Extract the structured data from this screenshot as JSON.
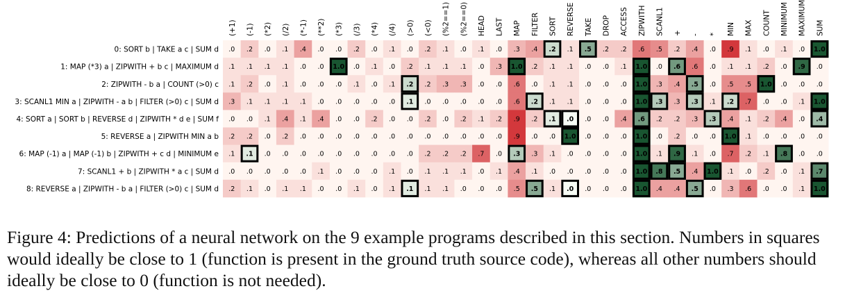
{
  "chart_data": {
    "type": "heatmap",
    "columns": [
      "(+1)",
      "(-1)",
      "(*2)",
      "(/2)",
      "(*-1)",
      "(**2)",
      "(*3)",
      "(/3)",
      "(*4)",
      "(/4)",
      "(>0)",
      "(<0)",
      "(%2==1)",
      "(%2==0)",
      "HEAD",
      "LAST",
      "MAP",
      "FILTER",
      "SORT",
      "REVERSE",
      "TAKE",
      "DROP",
      "ACCESS",
      "ZIPWITH",
      "SCANL1",
      "+",
      "-",
      "*",
      "MIN",
      "MAX",
      "COUNT",
      "MINIMUM",
      "MAXIMUM",
      "SUM"
    ],
    "rows": [
      {
        "label": "0: SORT b | TAKE a c | SUM d",
        "values": [
          ".0",
          ".2",
          ".0",
          ".1",
          ".4",
          ".0",
          ".0",
          ".2",
          ".0",
          ".1",
          ".0",
          ".2",
          ".1",
          ".0",
          ".1",
          ".0",
          ".3",
          ".4",
          ".2",
          ".1",
          ".5",
          ".2",
          ".2",
          ".6",
          ".5",
          ".2",
          ".4",
          ".0",
          ".9",
          ".1",
          ".0",
          ".1",
          ".0",
          "1.0"
        ],
        "truth": [
          18,
          20,
          33
        ]
      },
      {
        "label": "1: MAP (*3) a | ZIPWITH + b c | MAXIMUM d",
        "values": [
          ".1",
          ".1",
          ".1",
          ".1",
          ".0",
          ".0",
          "1.0",
          ".0",
          ".1",
          ".0",
          ".2",
          ".1",
          ".1",
          ".1",
          ".0",
          ".3",
          "1.0",
          ".2",
          ".1",
          ".1",
          ".0",
          ".0",
          ".1",
          "1.0",
          ".0",
          ".6",
          ".6",
          ".0",
          ".1",
          ".1",
          ".2",
          ".0",
          ".9",
          ".0"
        ],
        "truth": [
          6,
          16,
          23,
          25,
          32
        ]
      },
      {
        "label": "2: ZIPWITH - b a | COUNT (>0) c",
        "values": [
          ".1",
          ".2",
          ".0",
          ".1",
          ".0",
          ".0",
          ".0",
          ".1",
          ".0",
          ".1",
          ".2",
          ".2",
          ".3",
          ".3",
          ".0",
          ".0",
          ".6",
          ".0",
          ".1",
          ".1",
          ".0",
          ".0",
          ".0",
          "1.0",
          ".3",
          ".4",
          ".5",
          ".0",
          ".5",
          ".5",
          "1.0",
          ".0",
          ".0",
          ".0"
        ],
        "truth": [
          10,
          23,
          26,
          30
        ]
      },
      {
        "label": "3: SCANL1 MIN a | ZIPWITH - a b | FILTER (>0) c | SUM d",
        "values": [
          ".3",
          ".1",
          ".1",
          ".1",
          ".1",
          ".0",
          ".0",
          ".0",
          ".0",
          ".0",
          ".1",
          ".0",
          ".0",
          ".0",
          ".0",
          ".0",
          ".6",
          ".2",
          ".1",
          ".1",
          ".0",
          ".0",
          ".0",
          "1.0",
          ".3",
          ".3",
          ".3",
          ".1",
          ".2",
          ".7",
          ".0",
          ".0",
          ".1",
          "1.0"
        ],
        "truth": [
          10,
          17,
          23,
          24,
          26,
          28,
          33
        ]
      },
      {
        "label": "4: SORT a | SORT b | REVERSE d | ZIPWITH * d e | SUM f",
        "values": [
          ".0",
          ".0",
          ".1",
          ".4",
          ".1",
          ".4",
          ".0",
          ".0",
          ".2",
          ".0",
          ".0",
          ".2",
          ".0",
          ".2",
          ".1",
          ".2",
          ".9",
          ".2",
          ".1",
          ".0",
          ".0",
          ".0",
          ".4",
          ".6",
          ".2",
          ".2",
          ".3",
          ".3",
          ".4",
          ".1",
          ".2",
          ".4",
          ".0",
          ".4"
        ],
        "truth": [
          18,
          19,
          23,
          27,
          33
        ]
      },
      {
        "label": "5: REVERSE a | ZIPWITH MIN a b",
        "values": [
          ".2",
          ".2",
          ".0",
          ".2",
          ".0",
          ".0",
          ".0",
          ".0",
          ".0",
          ".0",
          ".0",
          ".0",
          ".0",
          ".0",
          ".0",
          ".0",
          ".9",
          ".0",
          ".0",
          "1.0",
          ".0",
          ".0",
          ".0",
          "1.0",
          ".0",
          ".2",
          ".0",
          ".0",
          "1.0",
          ".1",
          ".0",
          ".0",
          ".0",
          ".0"
        ],
        "truth": [
          19,
          23,
          28
        ]
      },
      {
        "label": "6: MAP (-1) a | MAP (-1) b | ZIPWITH + c d | MINIMUM e",
        "values": [
          ".1",
          ".1",
          ".0",
          ".0",
          ".0",
          ".0",
          ".0",
          ".0",
          ".0",
          ".0",
          ".0",
          ".2",
          ".2",
          ".2",
          ".7",
          ".0",
          ".3",
          ".3",
          ".1",
          ".0",
          ".0",
          ".0",
          ".0",
          "1.0",
          ".1",
          ".9",
          ".1",
          ".0",
          ".7",
          ".2",
          ".1",
          ".8",
          ".0",
          ".0"
        ],
        "truth": [
          1,
          16,
          23,
          25,
          31
        ]
      },
      {
        "label": "7: SCANL1 + b | ZIPWITH * a c | SUM d",
        "values": [
          ".0",
          ".0",
          ".0",
          ".0",
          ".0",
          ".1",
          ".0",
          ".0",
          ".0",
          ".1",
          ".0",
          ".1",
          ".1",
          ".1",
          ".0",
          ".1",
          ".4",
          ".1",
          ".0",
          ".0",
          ".0",
          ".0",
          ".0",
          "1.0",
          ".8",
          ".5",
          ".4",
          "1.0",
          ".1",
          ".0",
          ".2",
          ".0",
          ".1",
          ".7"
        ],
        "truth": [
          23,
          24,
          25,
          27,
          33
        ]
      },
      {
        "label": "8: REVERSE a | ZIPWITH - b a | FILTER (>0) c | SUM d",
        "values": [
          ".2",
          ".1",
          ".0",
          ".1",
          ".1",
          ".0",
          ".0",
          ".1",
          ".0",
          ".1",
          ".1",
          ".1",
          ".1",
          ".0",
          ".0",
          ".0",
          ".5",
          ".5",
          ".1",
          ".0",
          ".0",
          ".0",
          ".0",
          "1.0",
          ".4",
          ".4",
          ".5",
          ".0",
          ".3",
          ".6",
          ".0",
          ".0",
          ".1",
          "1.0"
        ],
        "truth": [
          10,
          17,
          19,
          23,
          26,
          33
        ]
      }
    ]
  },
  "caption": "Figure 4: Predictions of a neural network on the 9 example programs described in this section. Numbers in squares would ideally be close to 1 (function is present in the ground truth source code), whereas all other numbers should ideally be close to 0 (function is not needed).",
  "colors": {
    "low": "#fff5f0",
    "high": "#cb181d",
    "truth_low": "#f7fcf5",
    "truth_high": "#00441b",
    "truth_border": "#000000"
  }
}
